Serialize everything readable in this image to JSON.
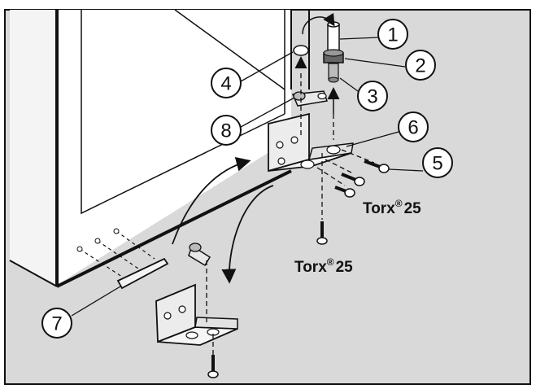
{
  "callouts": [
    "1",
    "2",
    "3",
    "4",
    "5",
    "6",
    "7",
    "8"
  ],
  "screw_labels": {
    "upper": {
      "name": "Torx",
      "mark": "®",
      "size": "25"
    },
    "lower": {
      "name": "Torx",
      "mark": "®",
      "size": "25"
    }
  },
  "colors": {
    "background": "#d9d9d9",
    "cabinet": "#ffffff",
    "line": "#111111",
    "metal": "#ececec"
  }
}
